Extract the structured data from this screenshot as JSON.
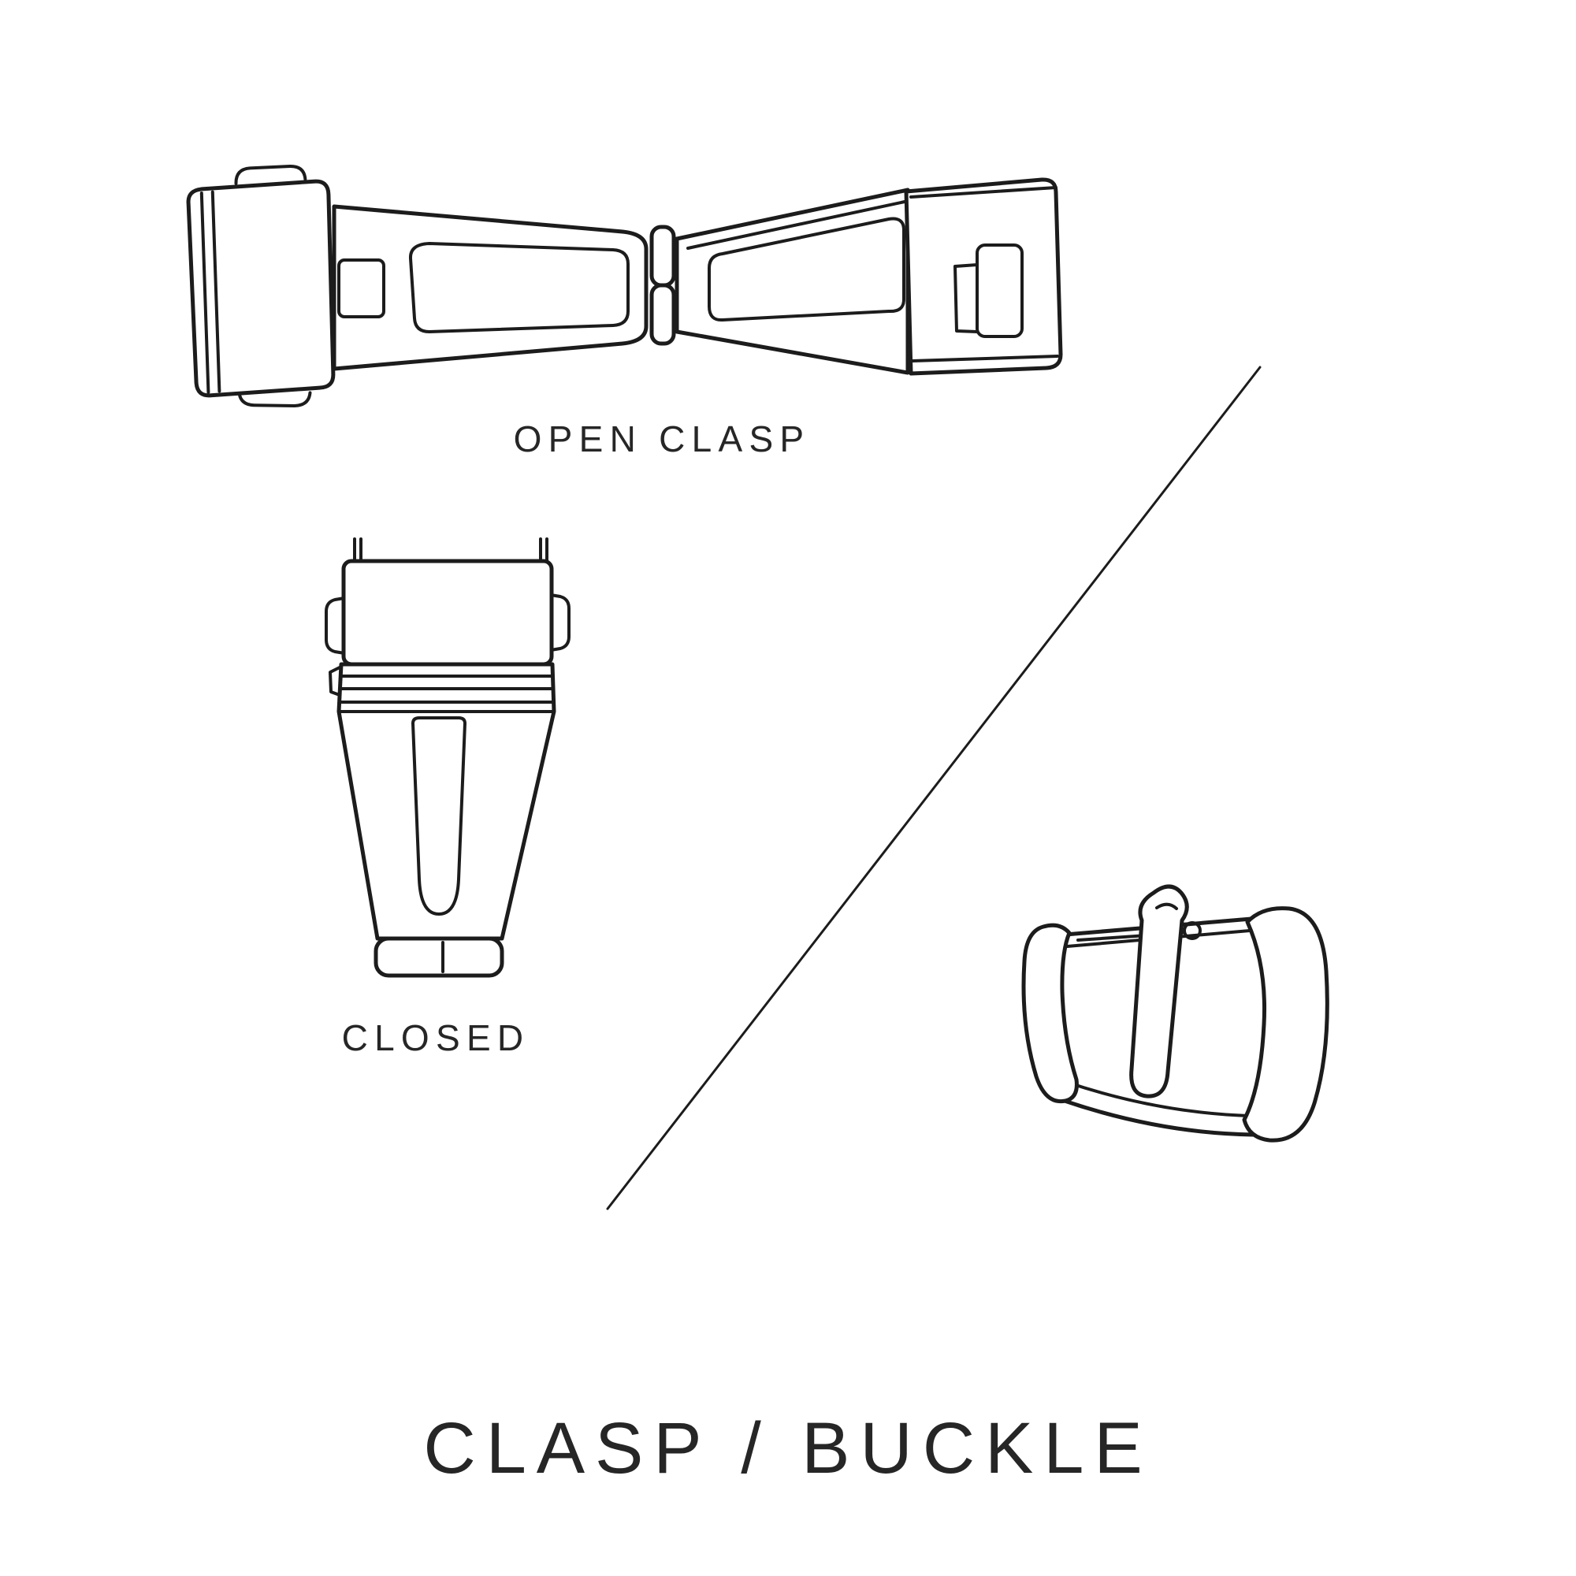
{
  "labels": {
    "open_clasp": "OPEN CLASP",
    "closed": "CLOSED"
  },
  "title": "CLASP / BUCKLE",
  "colors": {
    "background": "#ffffff",
    "line": "#1c1c1c",
    "text": "#262626"
  }
}
